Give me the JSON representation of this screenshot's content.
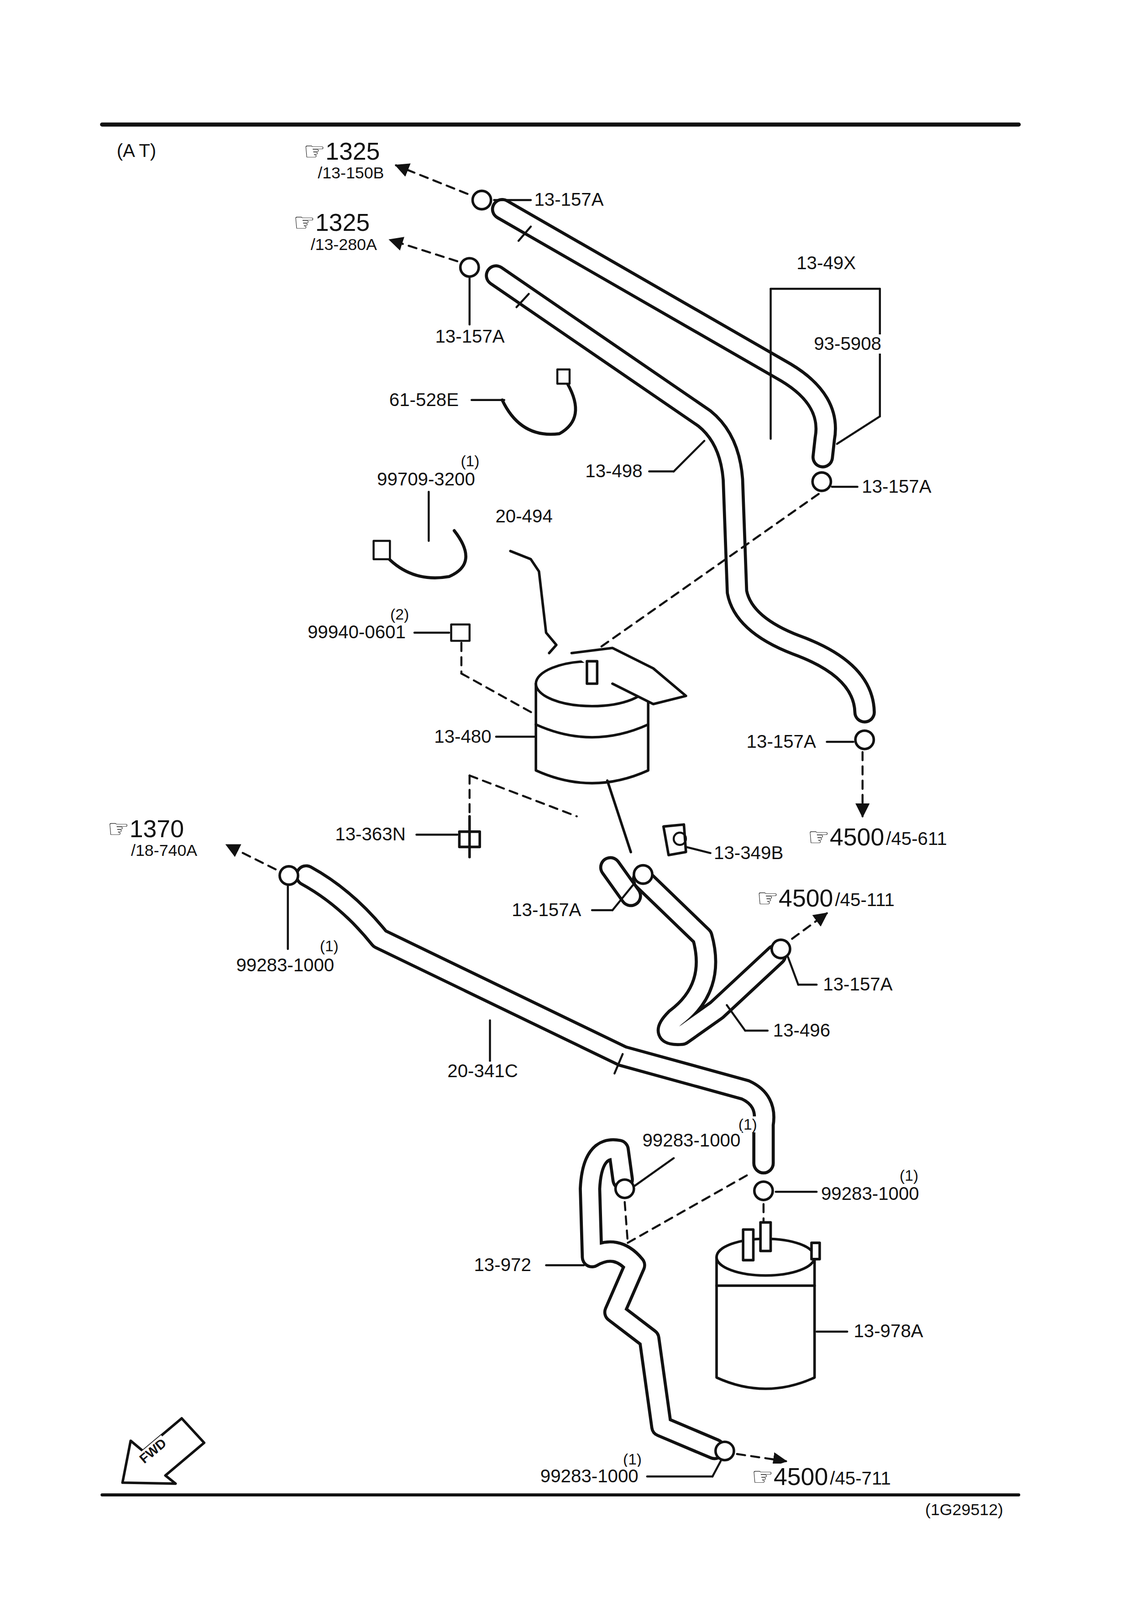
{
  "diagram": {
    "labels": [
      "(A T)",
      "☞1325",
      "/13-150B",
      "13-157A",
      "☞1325",
      "/13-280A",
      "13-49X",
      "93-5908",
      "13-157A",
      "61-528E",
      "(1)",
      "99709-3200",
      "13-498",
      "13-157A",
      "20-494",
      "(2)",
      "99940-0601",
      "13-480",
      "13-157A",
      "☞1370",
      "/18-740A",
      "13-363N",
      "☞4500",
      "/45-611",
      "13-349B",
      "☞4500",
      "/45-111",
      "13-157A",
      "(1)",
      "99283-1000",
      "13-157A",
      "13-496",
      "20-341C",
      "(1)",
      "99283-1000",
      "(1)",
      "99283-1000",
      "13-972",
      "13-978A",
      "(1)",
      "99283-1000",
      "☞4500",
      "/45-711",
      "(1G29512)",
      "FWD"
    ]
  }
}
